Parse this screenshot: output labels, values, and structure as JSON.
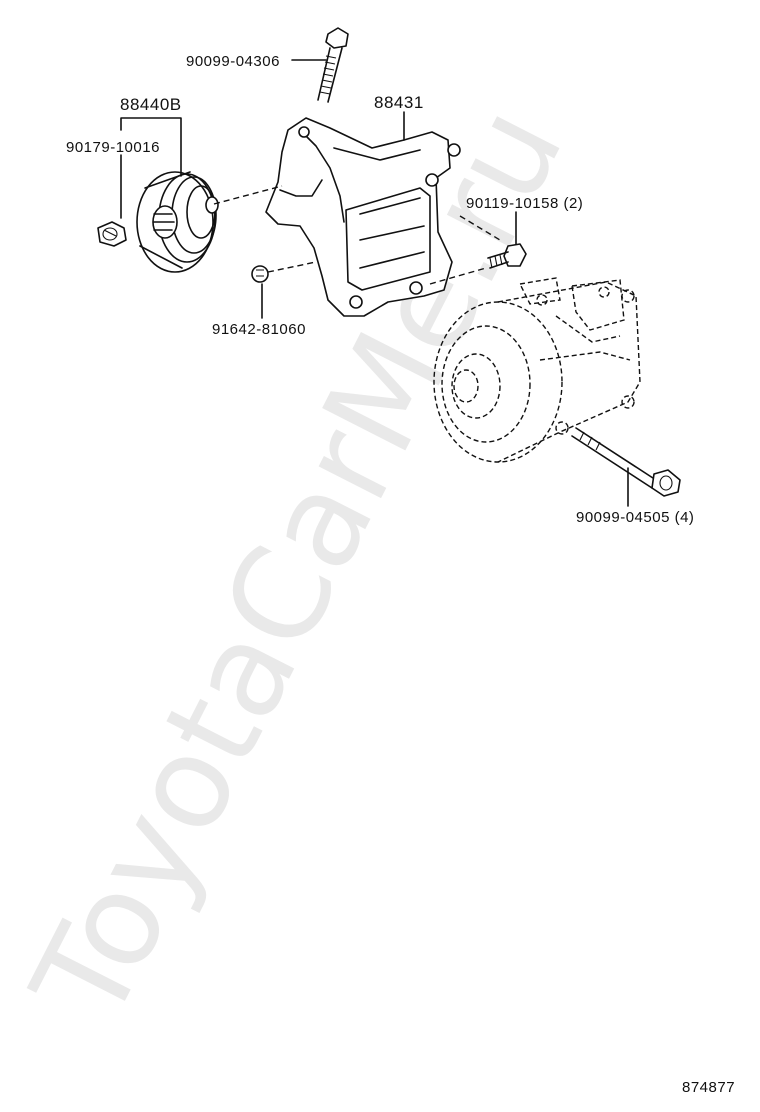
{
  "watermark": "ToyotaCarMe.ru",
  "parts": {
    "bracket_bolt": "90099-04306",
    "pulley_assy": "88440B",
    "pulley_nut": "90179-10016",
    "bracket": "88431",
    "stud_bolt": "90119-10158 (2)",
    "plug": "91642-81060",
    "compressor_bolt": "90099-04505 (4)"
  },
  "diagram_id": "874877",
  "colors": {
    "ink": "#111111",
    "watermark": "#e9e9e9",
    "background": "#ffffff"
  }
}
